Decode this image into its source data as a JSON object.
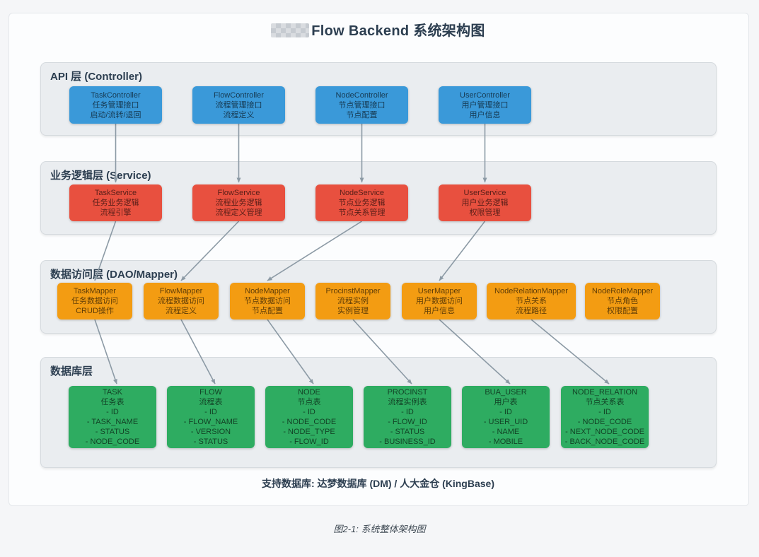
{
  "page": {
    "title": "Flow Backend 系统架构图",
    "db_support": "支持数据库: 达梦数据库 (DM) / 人大金仓 (KingBase)",
    "caption": "图2-1: 系统整体架构图"
  },
  "colors": {
    "api_box": "#3a99d9",
    "service_box": "#e8503f",
    "dao_box": "#f39c12",
    "db_box": "#2eac61",
    "arrow": "#8c9aa5",
    "section_bg": "#eaedf0",
    "title_text": "#2c3e50"
  },
  "layers": [
    {
      "id": "api",
      "title": "API 层 (Controller)",
      "boxes": [
        {
          "lines": [
            "TaskController",
            "任务管理接口",
            "启动/流转/退回"
          ]
        },
        {
          "lines": [
            "FlowController",
            "流程管理接口",
            "流程定义"
          ]
        },
        {
          "lines": [
            "NodeController",
            "节点管理接口",
            "节点配置"
          ]
        },
        {
          "lines": [
            "UserController",
            "用户管理接口",
            "用户信息"
          ]
        }
      ]
    },
    {
      "id": "service",
      "title": "业务逻辑层 (Service)",
      "boxes": [
        {
          "lines": [
            "TaskService",
            "任务业务逻辑",
            "流程引擎"
          ]
        },
        {
          "lines": [
            "FlowService",
            "流程业务逻辑",
            "流程定义管理"
          ]
        },
        {
          "lines": [
            "NodeService",
            "节点业务逻辑",
            "节点关系管理"
          ]
        },
        {
          "lines": [
            "UserService",
            "用户业务逻辑",
            "权限管理"
          ]
        }
      ]
    },
    {
      "id": "dao",
      "title": "数据访问层 (DAO/Mapper)",
      "boxes": [
        {
          "lines": [
            "TaskMapper",
            "任务数据访问",
            "CRUD操作"
          ]
        },
        {
          "lines": [
            "FlowMapper",
            "流程数据访问",
            "流程定义"
          ]
        },
        {
          "lines": [
            "NodeMapper",
            "节点数据访问",
            "节点配置"
          ]
        },
        {
          "lines": [
            "ProcinstMapper",
            "流程实例",
            "实例管理"
          ]
        },
        {
          "lines": [
            "UserMapper",
            "用户数据访问",
            "用户信息"
          ]
        },
        {
          "lines": [
            "NodeRelationMapper",
            "节点关系",
            "流程路径"
          ]
        },
        {
          "lines": [
            "NodeRoleMapper",
            "节点角色",
            "权限配置"
          ]
        }
      ]
    },
    {
      "id": "db",
      "title": "数据库层",
      "boxes": [
        {
          "lines": [
            "TASK",
            "任务表",
            "- ID",
            "- TASK_NAME",
            "- STATUS",
            "- NODE_CODE"
          ]
        },
        {
          "lines": [
            "FLOW",
            "流程表",
            "- ID",
            "- FLOW_NAME",
            "- VERSION",
            "- STATUS"
          ]
        },
        {
          "lines": [
            "NODE",
            "节点表",
            "- ID",
            "- NODE_CODE",
            "- NODE_TYPE",
            "- FLOW_ID"
          ]
        },
        {
          "lines": [
            "PROCINST",
            "流程实例表",
            "- ID",
            "- FLOW_ID",
            "- STATUS",
            "- BUSINESS_ID"
          ]
        },
        {
          "lines": [
            "BUA_USER",
            "用户表",
            "- ID",
            "- USER_UID",
            "- NAME",
            "- MOBILE"
          ]
        },
        {
          "lines": [
            "NODE_RELATION",
            "节点关系表",
            "- ID",
            "- NODE_CODE",
            "- NEXT_NODE_CODE",
            "- BACK_NODE_CODE"
          ]
        }
      ]
    }
  ],
  "connections": {
    "api_to_service": [
      [
        0,
        0
      ],
      [
        1,
        1
      ],
      [
        2,
        2
      ],
      [
        3,
        3
      ]
    ],
    "service_to_dao": [
      [
        0,
        0
      ],
      [
        1,
        1
      ],
      [
        2,
        2
      ],
      [
        3,
        4
      ]
    ],
    "dao_to_db": [
      [
        0,
        0
      ],
      [
        1,
        1
      ],
      [
        2,
        2
      ],
      [
        3,
        3
      ],
      [
        4,
        4
      ],
      [
        5,
        5
      ]
    ]
  }
}
